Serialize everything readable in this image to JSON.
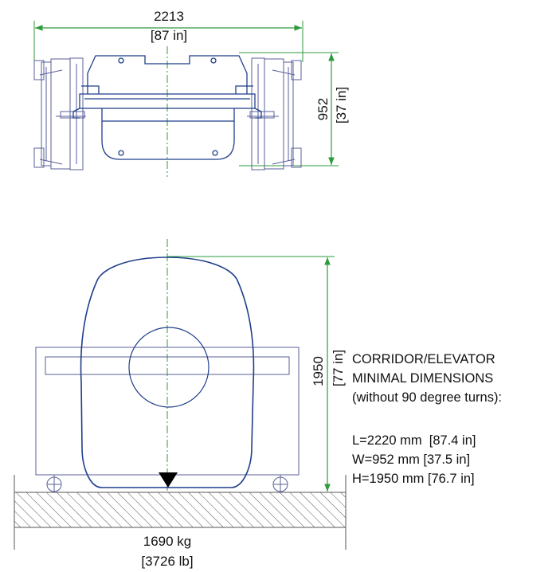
{
  "top_view": {
    "width_mm": "2213",
    "width_in": "[87 in]",
    "depth_mm": "952",
    "depth_in": "[37 in]"
  },
  "front_view": {
    "height_mm": "1950",
    "height_in": "[77 in]"
  },
  "weight": {
    "kg": "1690 kg",
    "lb": "[3726 lb]"
  },
  "note": {
    "line1": "CORRIDOR/ELEVATOR",
    "line2": "MINIMAL DIMENSIONS",
    "line3": "(without 90 degree turns):",
    "length": "L=2220 mm  [87.4 in]",
    "width": "W=952 mm [37.5 in]",
    "height": "H=1950 mm [76.7 in]"
  },
  "colors": {
    "dimension_line": "#2e9b3a",
    "machine_outline": "#1f3f8a",
    "frame_outline": "#5a5f9a",
    "centerline": "#2e9b3a",
    "floor": "#555555"
  }
}
